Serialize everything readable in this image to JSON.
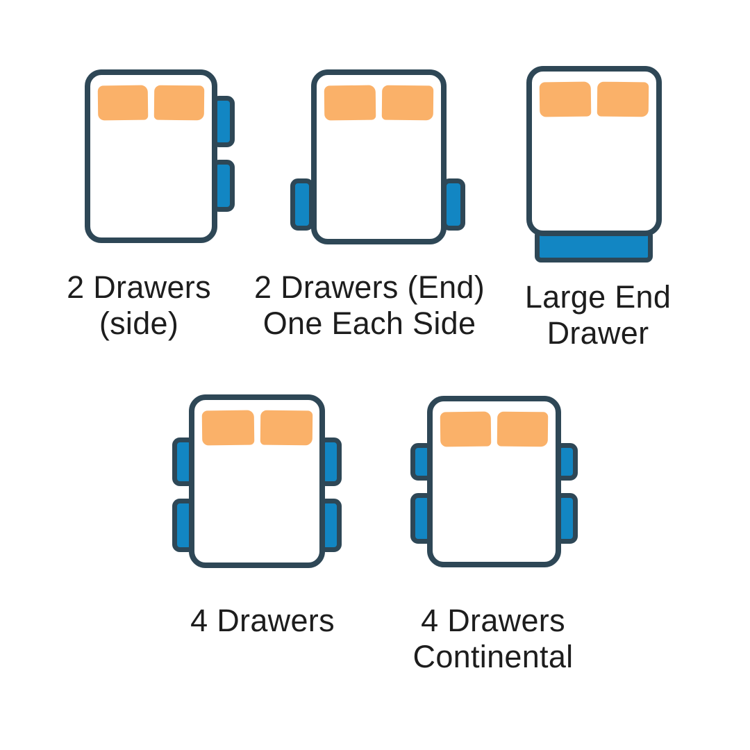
{
  "title": "Bed drawer configuration diagram",
  "colors": {
    "outline": "#2e4756",
    "blue": "#1286c3",
    "orange": "#fab169",
    "text": "#1d1d1d",
    "bg": "#ffffff"
  },
  "figures": [
    {
      "name": "2-drawers-side",
      "label_line1": "2 Drawers",
      "label_line2": "(side)",
      "drawer_config": "2 drawers on right side"
    },
    {
      "name": "2-drawers-end-one-each-side",
      "label_line1": "2 Drawers (End)",
      "label_line2": "One Each Side",
      "drawer_config": "1 drawer on each side near foot end"
    },
    {
      "name": "large-end-drawer",
      "label_line1": "Large End",
      "label_line2": "Drawer",
      "drawer_config": "1 large drawer across foot end"
    },
    {
      "name": "4-drawers",
      "label_line1": "4 Drawers",
      "label_line2": "",
      "drawer_config": "2 drawers on each side"
    },
    {
      "name": "4-drawers-continental",
      "label_line1": "4 Drawers",
      "label_line2": "Continental",
      "drawer_config": "2 drawers on each side, shorter top drawers"
    }
  ]
}
